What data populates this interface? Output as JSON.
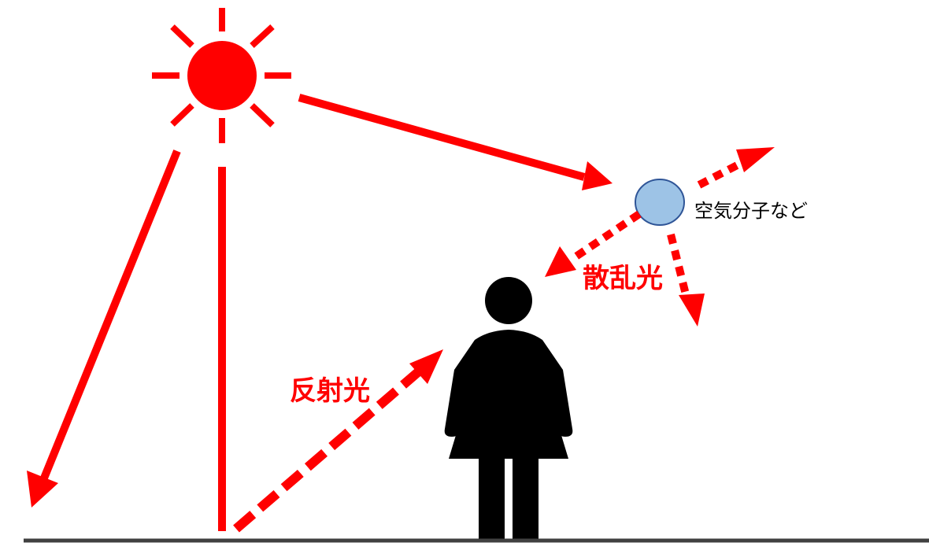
{
  "labels": {
    "particle": "空気分子など",
    "scattered": "散乱光",
    "reflected": "反射光"
  },
  "colors": {
    "light": "#ff0000",
    "particle_fill": "#9dc3e6",
    "particle_stroke": "#2f5597",
    "person": "#000000",
    "ground": "#404040",
    "background": "#ffffff"
  },
  "icons": {
    "sun": "sun-icon",
    "person": "woman-person-icon",
    "particle": "air-molecule-circle"
  }
}
